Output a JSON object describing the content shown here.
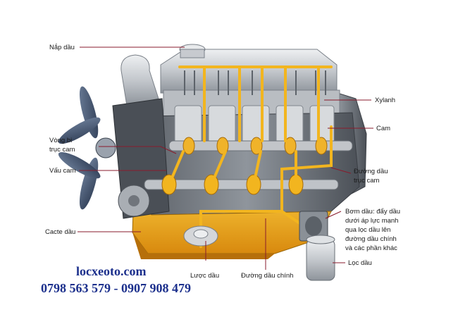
{
  "labels": {
    "nap_dau": "Nắp dầu",
    "xylanh": "Xylanh",
    "cam": "Cam",
    "vong_bi_1": "Vòng bi",
    "vong_bi_2": "trục cam",
    "vau_cam": "Vấu cam",
    "duong_dau_truc_cam_1": "Đường dầu",
    "duong_dau_truc_cam_2": "trục cam",
    "bom_dau_1": "Bơm dầu: đẩy dầu",
    "bom_dau_2": "dưới áp lực mạnh",
    "bom_dau_3": "qua lọc dầu lên",
    "bom_dau_4": "đường dầu chính",
    "bom_dau_5": "và các phần khác",
    "cacte_dau": "Cacte dầu",
    "luoc_dau": "Lược dầu",
    "duong_dau_chinh": "Đường dầu chính",
    "loc_dau": "Lọc dầu"
  },
  "watermark": {
    "site": "locxeoto.com",
    "phones": "0798 563 579 - 0907 908 479"
  },
  "colors": {
    "leader": "#8a1b2c",
    "oil": "#f2b51f",
    "oil_dark": "#d98a0f",
    "metal": "#c9ccd0",
    "watermark": "#1b2f8c"
  }
}
